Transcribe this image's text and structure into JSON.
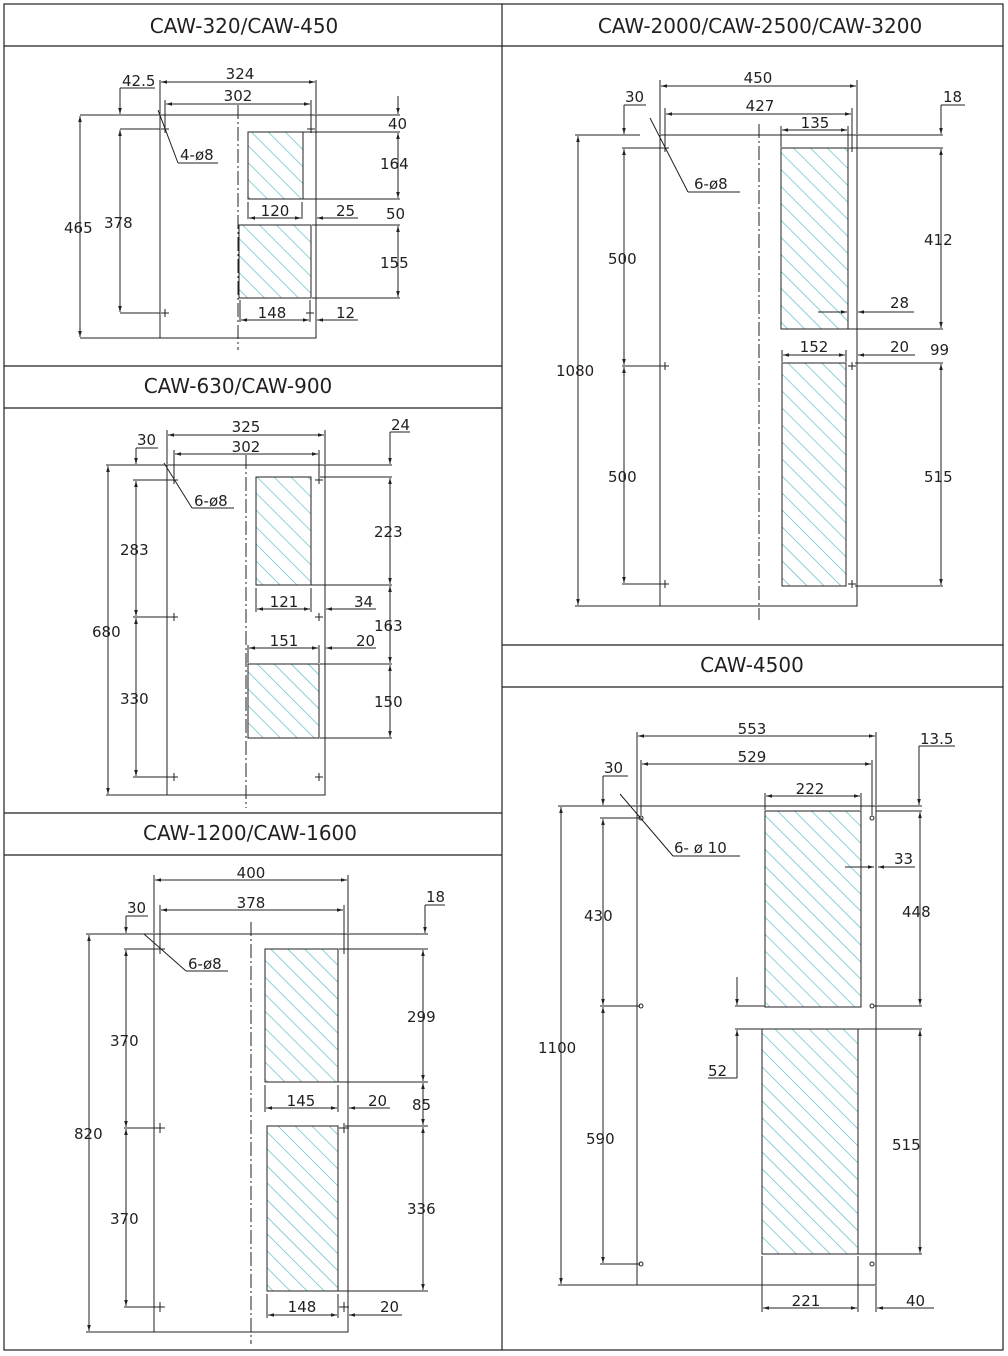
{
  "document": {
    "type": "cutout-dimension-drawings",
    "accent_colors": {
      "line": "#231f20",
      "hatch": "#5bbfc8"
    }
  },
  "panels": [
    {
      "id": "caw-320-450",
      "title": "CAW-320/CAW-450",
      "overall_height": "465",
      "hole_span_height": "378",
      "overall_width": "324",
      "hole_span_width": "302",
      "left_offset": "42.5",
      "hole_note": "4-ø8",
      "top_offset": "40",
      "upper_cutout_height": "164",
      "upper_cutout_width": "120",
      "upper_cutout_right_gap": "25",
      "cutout_gap": "50",
      "lower_cutout_height": "155",
      "lower_cutout_width": "148",
      "lower_cutout_right_gap": "12"
    },
    {
      "id": "caw-630-900",
      "title": "CAW-630/CAW-900",
      "overall_height": "680",
      "hole_span_upper": "283",
      "hole_span_lower": "330",
      "overall_width": "325",
      "hole_span_width": "302",
      "left_offset": "30",
      "hole_note": "6-ø8",
      "top_offset": "24",
      "upper_cutout_height": "223",
      "upper_cutout_width": "121",
      "upper_cutout_right_gap": "34",
      "cutout_gap": "163",
      "lower_cutout_width": "151",
      "lower_cutout_right_gap": "20",
      "lower_cutout_height": "150"
    },
    {
      "id": "caw-1200-1600",
      "title": "CAW-1200/CAW-1600",
      "overall_height": "820",
      "hole_span_upper": "370",
      "hole_span_lower": "370",
      "overall_width": "400",
      "hole_span_width": "378",
      "left_offset": "30",
      "hole_note": "6-ø8",
      "top_offset": "18",
      "upper_cutout_height": "299",
      "upper_cutout_width": "145",
      "upper_cutout_right_gap": "20",
      "cutout_gap": "85",
      "lower_cutout_height": "336",
      "lower_cutout_width": "148",
      "lower_cutout_right_gap": "20"
    },
    {
      "id": "caw-2000-2500-3200",
      "title": "CAW-2000/CAW-2500/CAW-3200",
      "overall_height": "1080",
      "hole_span_upper": "500",
      "hole_span_lower": "500",
      "overall_width": "450",
      "hole_span_width": "427",
      "left_offset": "30",
      "hole_note": "6-ø8",
      "top_offset": "18",
      "upper_cutout_width": "135",
      "upper_cutout_height": "412",
      "upper_cutout_right_gap": "28",
      "cutout_gap": "99",
      "lower_cutout_width": "152",
      "lower_cutout_right_gap": "20",
      "lower_cutout_height": "515"
    },
    {
      "id": "caw-4500",
      "title": "CAW-4500",
      "overall_height": "1100",
      "hole_span_upper": "430",
      "hole_span_lower": "590",
      "overall_width": "553",
      "hole_span_width": "529",
      "left_offset": "30",
      "hole_note": "6- ø 10",
      "top_offset": "13.5",
      "upper_cutout_width": "222",
      "upper_cutout_right_gap": "33",
      "upper_cutout_height": "448",
      "cutout_gap": "52",
      "lower_cutout_height": "515",
      "lower_cutout_width": "221",
      "lower_cutout_right_gap": "40"
    }
  ]
}
